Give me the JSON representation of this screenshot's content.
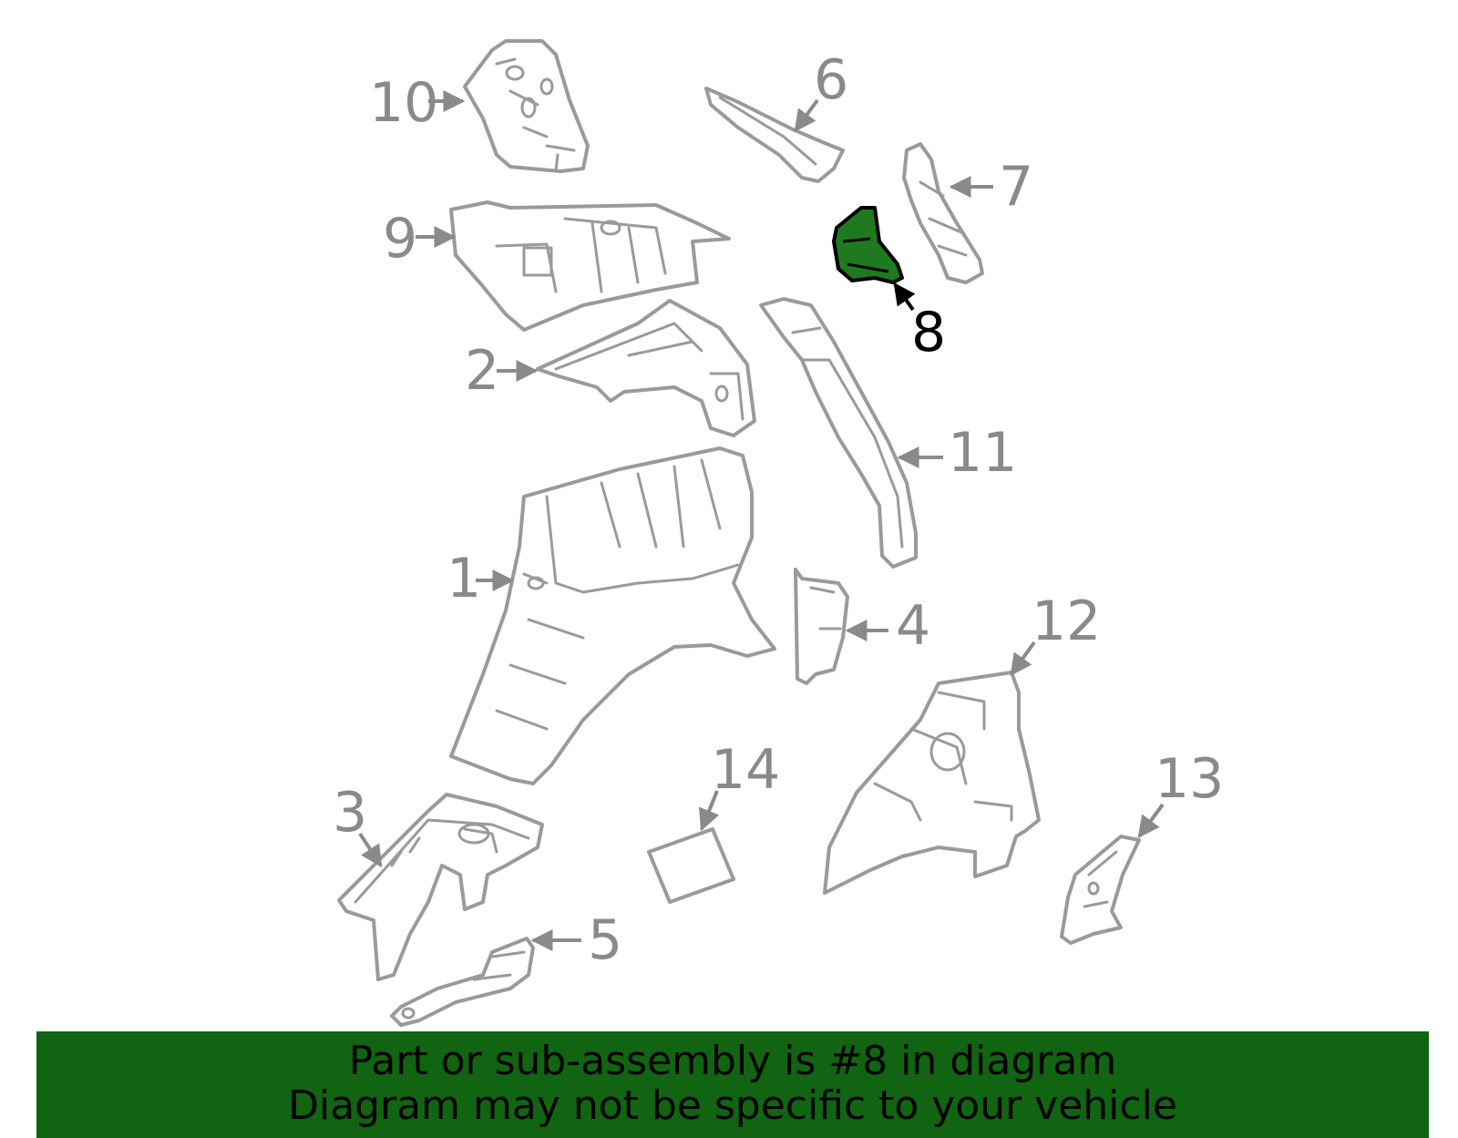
{
  "diagram": {
    "callouts": [
      "1",
      "2",
      "3",
      "4",
      "5",
      "6",
      "7",
      "8",
      "9",
      "10",
      "11",
      "12",
      "13",
      "14"
    ],
    "highlighted_part": "8",
    "highlight_color": "#1f7a1f",
    "part_line_color": "#9a9a9a"
  },
  "banner": {
    "line1": "Part or sub-assembly is #8 in diagram",
    "line2": "Diagram may not be specific to your vehicle",
    "background": "#116411"
  }
}
